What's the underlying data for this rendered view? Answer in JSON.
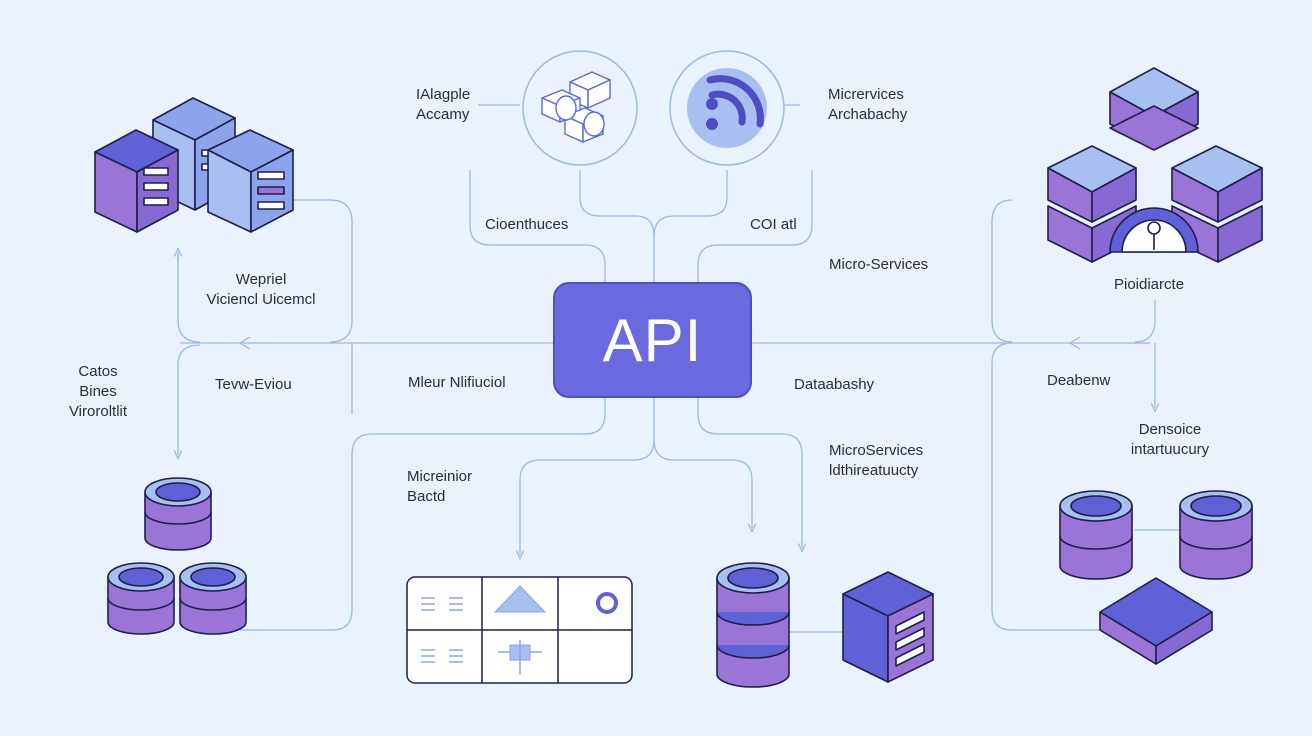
{
  "center": {
    "label": "API"
  },
  "labels": {
    "top_left_a": [
      "IAlagple",
      "Accamy"
    ],
    "top_right_a": [
      "Micrervices",
      "Archabachy"
    ],
    "clienthuces": "Cioenthuces",
    "coi_att": "COI atl",
    "micro_services_top": "Micro-Services",
    "weppiel": [
      "Wepriel",
      "Viciencl Uicemcl"
    ],
    "provider": "Pioidiarcte",
    "catos": [
      "Catos",
      "Bines",
      "Viroroltlit"
    ],
    "tevw": "Tevw-Eviou",
    "meur": "Mleur Nlifiuciol",
    "databashy": "Dataabashy",
    "deabenw": "Deabenw",
    "densoice": [
      "Densoice",
      "intartuucury"
    ],
    "microservices_bottom": [
      "MicroServices",
      "ldthireatuucty"
    ],
    "microinior": [
      "Micreinior",
      "Bactd"
    ]
  },
  "colors": {
    "background": "#e9f2fd",
    "line": "#9db8e6",
    "purple": "#9a74d6",
    "blue_light": "#a7bff1",
    "indigo": "#6061d6",
    "api": "#6a6ade"
  },
  "icons": [
    "server-cluster-icon",
    "blocks-circle-icon",
    "wifi-circle-icon",
    "cube-stack-dome-icon",
    "database-stack-icon",
    "panel-grid-icon",
    "database-cylinder-icon",
    "server-cube-icon",
    "database-pair-icon",
    "tile-cube-icon"
  ]
}
